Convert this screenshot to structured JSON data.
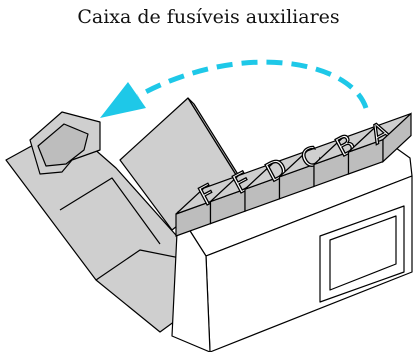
{
  "title": "Caixa de fusíveis auxiliares",
  "fuse_slots": [
    "F",
    "E",
    "D",
    "C",
    "B",
    "A"
  ],
  "colors": {
    "arrow": "#1ec8e8",
    "panel_gray": "#cfcfcf",
    "panel_gray_dark": "#bdbdbd",
    "outline": "#000000",
    "box_white": "#ffffff"
  },
  "icons": [
    "curved-dashed-arrow-icon",
    "fuse-box-lid-icon"
  ]
}
